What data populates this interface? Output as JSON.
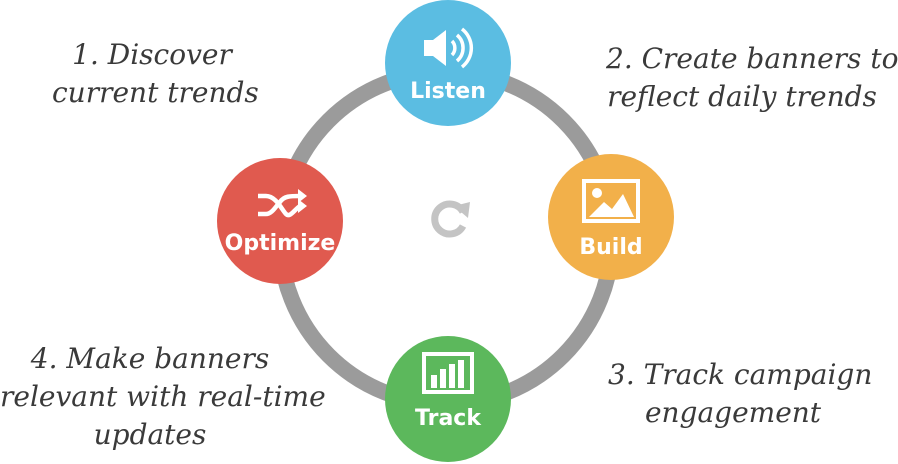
{
  "nodes": {
    "listen": {
      "label": "Listen",
      "color": "#5bbde2",
      "icon": "speaker-icon"
    },
    "build": {
      "label": "Build",
      "color": "#f2b04a",
      "icon": "image-icon"
    },
    "track": {
      "label": "Track",
      "color": "#5cb85c",
      "icon": "bar-chart-icon"
    },
    "optimize": {
      "label": "Optimize",
      "color": "#e05a4f",
      "icon": "shuffle-icon"
    }
  },
  "ring_color": "#9b9b9b",
  "center_icon": "refresh-icon",
  "steps": [
    {
      "lines": [
        "1. Discover",
        "current trends"
      ]
    },
    {
      "lines": [
        "2. Create banners to",
        "reflect daily trends"
      ]
    },
    {
      "lines": [
        "3. Track campaign",
        "engagement"
      ]
    },
    {
      "lines": [
        "4. Make banners",
        "relevant with real-time",
        "updates"
      ]
    }
  ]
}
